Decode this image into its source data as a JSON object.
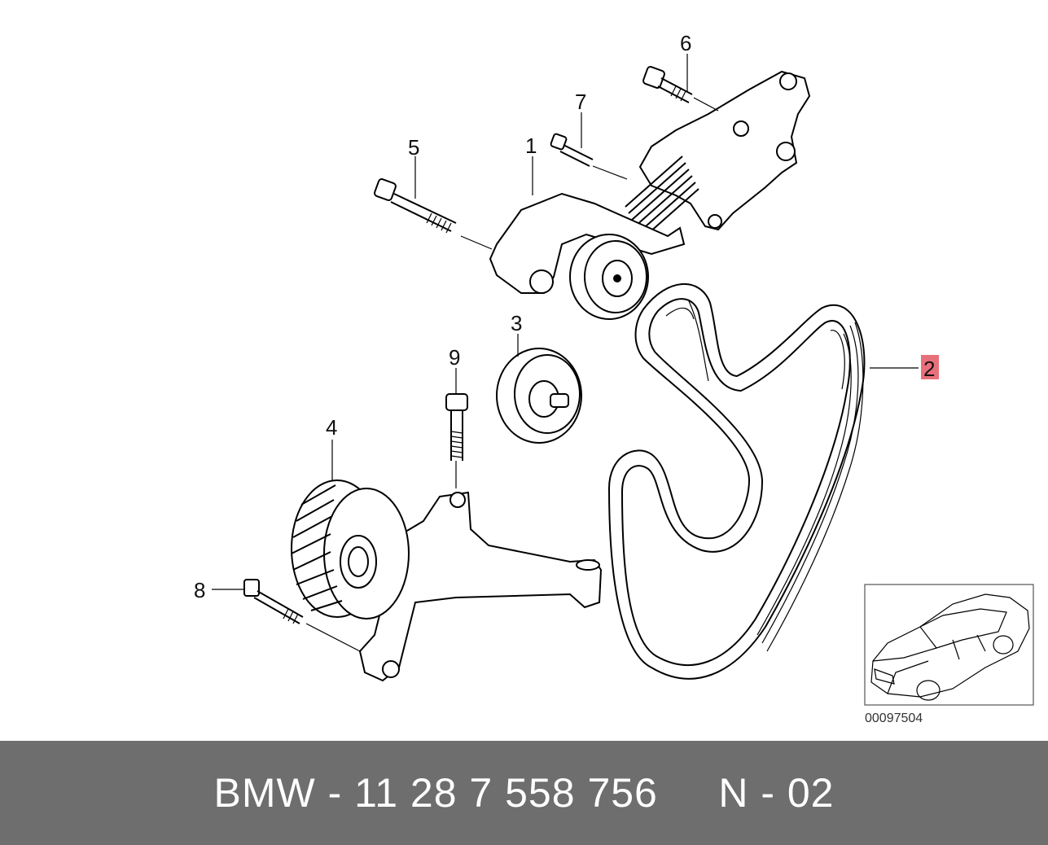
{
  "diagram": {
    "callouts": {
      "c1": "1",
      "c2": "2",
      "c3": "3",
      "c4": "4",
      "c5": "5",
      "c6": "6",
      "c7": "7",
      "c8": "8",
      "c9": "9"
    },
    "highlighted_callout": "2",
    "highlight_color": "#e8707a",
    "reference_code": "00097504"
  },
  "footer": {
    "text": "BMW - 11 28 7 558 756     N - 02",
    "background_color": "#6e6e6e"
  }
}
